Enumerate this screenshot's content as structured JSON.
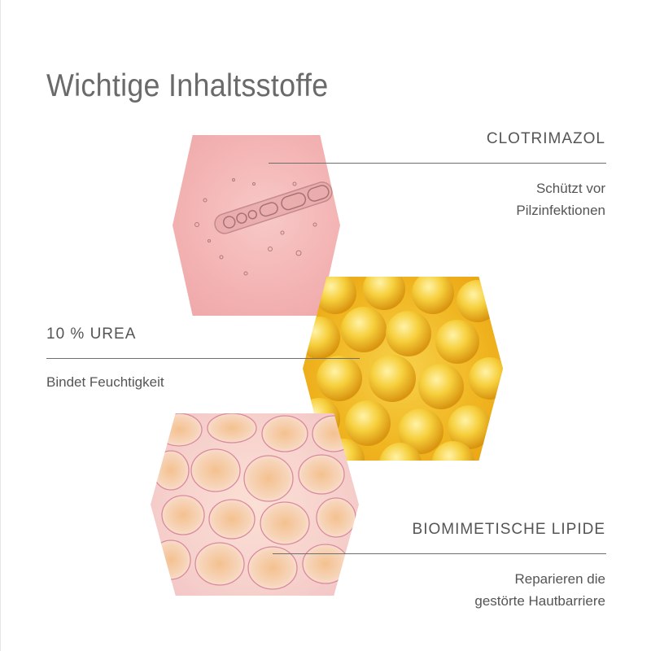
{
  "title": "Wichtige Inhaltsstoffe",
  "ingredients": [
    {
      "name": "CLOTRIMAZOL",
      "description_lines": [
        "Schützt vor",
        "Pilzinfektionen"
      ]
    },
    {
      "name": "10 % UREA",
      "description_lines": [
        "Bindet Feuchtigkeit"
      ]
    },
    {
      "name": "BIOMIMETISCHE LIPIDE",
      "description_lines": [
        "Reparieren die",
        "gestörte Hautbarriere"
      ]
    }
  ],
  "colors": {
    "pink": "#f3b2b2",
    "yellow": "#f0b520",
    "lipid": "#f6d1cc",
    "text": "#5a5a5a"
  }
}
